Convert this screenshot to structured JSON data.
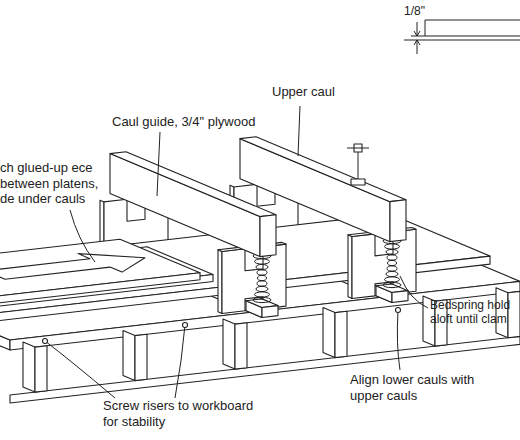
{
  "diagram": {
    "labels": [
      "1/8\"",
      "Upper caul",
      "Caul guide, 3/4\" plywood",
      "ch glued-up ece between platens, de under cauls",
      "Bedspring hold aloft until clam",
      "Align lower cauls with upper cauls",
      "Screw risers to workboard for stability"
    ]
  }
}
